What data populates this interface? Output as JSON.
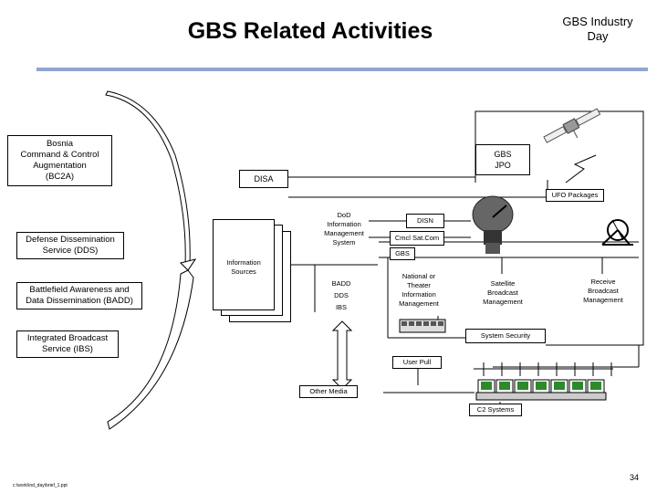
{
  "header": {
    "title": "GBS Related Activities",
    "event_line1": "GBS Industry",
    "event_line2": "Day"
  },
  "activities": {
    "bc2a": [
      "Bosnia",
      "Command & Control",
      "Augmentation",
      "(BC2A)"
    ],
    "dds": [
      "Defense Dissemination",
      "Service (DDS)"
    ],
    "badd": [
      "Battlefield Awareness and",
      "Data Dissemination (BADD)"
    ],
    "ibs": [
      "Integrated Broadcast",
      "Service (IBS)"
    ]
  },
  "diagram": {
    "gbs_jpo": [
      "GBS",
      "JPO"
    ],
    "disa": "DISA",
    "ufo_packages": "UFO Packages",
    "dod_ims": [
      "DoD",
      "Information",
      "Management",
      "System"
    ],
    "disn": "DISN",
    "cmcl_satcom": "Cmcl Sat.Com",
    "gbs": "GBS",
    "information_sources": [
      "Information",
      "Sources"
    ],
    "badd_dds_ibs": [
      "BADD",
      "DDS",
      "IBS"
    ],
    "ntim": [
      "National or",
      "Theater",
      "Information",
      "Management"
    ],
    "sbm": [
      "Satellite",
      "Broadcast",
      "Management"
    ],
    "rbm": [
      "Receive",
      "Broadcast",
      "Management"
    ],
    "system_security": "System Security",
    "user_pull": "User Pull",
    "other_media": "Other Media",
    "c2_systems": "C2 Systems"
  },
  "footer": {
    "path": "c:\\work\\ind_day\\brief_1.ppt",
    "page_number": "34"
  },
  "colors": {
    "rule": "#8fa6cf",
    "screen": "#2c8a2c"
  }
}
